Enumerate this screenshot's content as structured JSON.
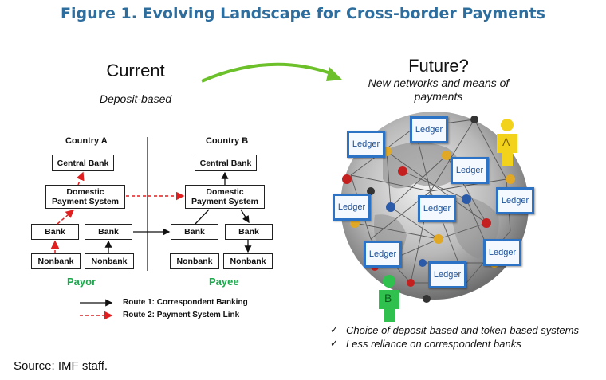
{
  "figure_title": "Figure 1. Evolving Landscape for Cross-border Payments",
  "current": {
    "heading": "Current",
    "subheading": "Deposit-based",
    "country_a": "Country A",
    "country_b": "Country B",
    "boxes": {
      "a_central_bank": "Central Bank",
      "a_domestic_ps_line1": "Domestic",
      "a_domestic_ps_line2": "Payment System",
      "a_bank_1": "Bank",
      "a_bank_2": "Bank",
      "a_nonbank_1": "Nonbank",
      "a_nonbank_2": "Nonbank",
      "b_central_bank": "Central Bank",
      "b_domestic_ps_line1": "Domestic",
      "b_domestic_ps_line2": "Payment System",
      "b_bank_1": "Bank",
      "b_bank_2": "Bank",
      "b_nonbank_1": "Nonbank",
      "b_nonbank_2": "Nonbank"
    },
    "payor": "Payor",
    "payee": "Payee",
    "legend": {
      "route1": "Route 1: Correspondent Banking",
      "route2": "Route 2: Payment System Link"
    }
  },
  "future": {
    "heading": "Future?",
    "subheading": "New networks and means of payments",
    "ledger_label": "Ledger",
    "person_a": "A",
    "person_b": "B",
    "checks": [
      "Choice of deposit-based and token-based systems",
      "Less reliance on correspondent banks"
    ]
  },
  "source": "Source: IMF staff.",
  "colors": {
    "title": "#2e6e9e",
    "route2": "#e02020",
    "party": "#1aa84b",
    "arrow": "#6cc02a",
    "ledger": "#2d73c5"
  }
}
